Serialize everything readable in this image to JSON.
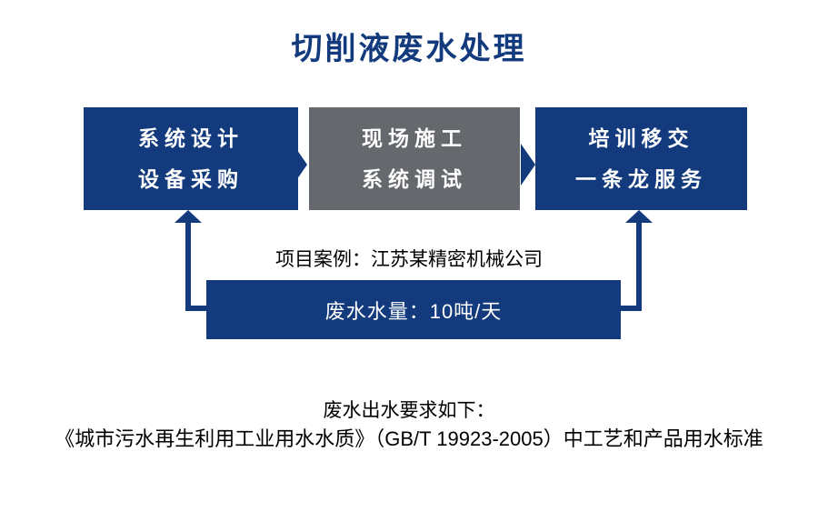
{
  "title": "切削液废水处理",
  "colors": {
    "primary_blue": "#123a7c",
    "step_gray": "#65686c",
    "step_text": "#ffffff",
    "body_text": "#000000"
  },
  "flow": {
    "steps": [
      {
        "variant": "blue",
        "lines": [
          "系统设计",
          "设备采购"
        ]
      },
      {
        "variant": "gray",
        "lines": [
          "现场施工",
          "系统调试"
        ]
      },
      {
        "variant": "blue",
        "lines": [
          "培训移交",
          "一条龙服务"
        ]
      }
    ]
  },
  "case": {
    "label": "项目案例：江苏某精密机械公司",
    "volume": "废水水量：10吨/天"
  },
  "requirements": {
    "line1": "废水出水要求如下：",
    "line2": "《城市污水再生利用工业用水水质》（GB/T 19923-2005）中工艺和产品用水标准"
  }
}
